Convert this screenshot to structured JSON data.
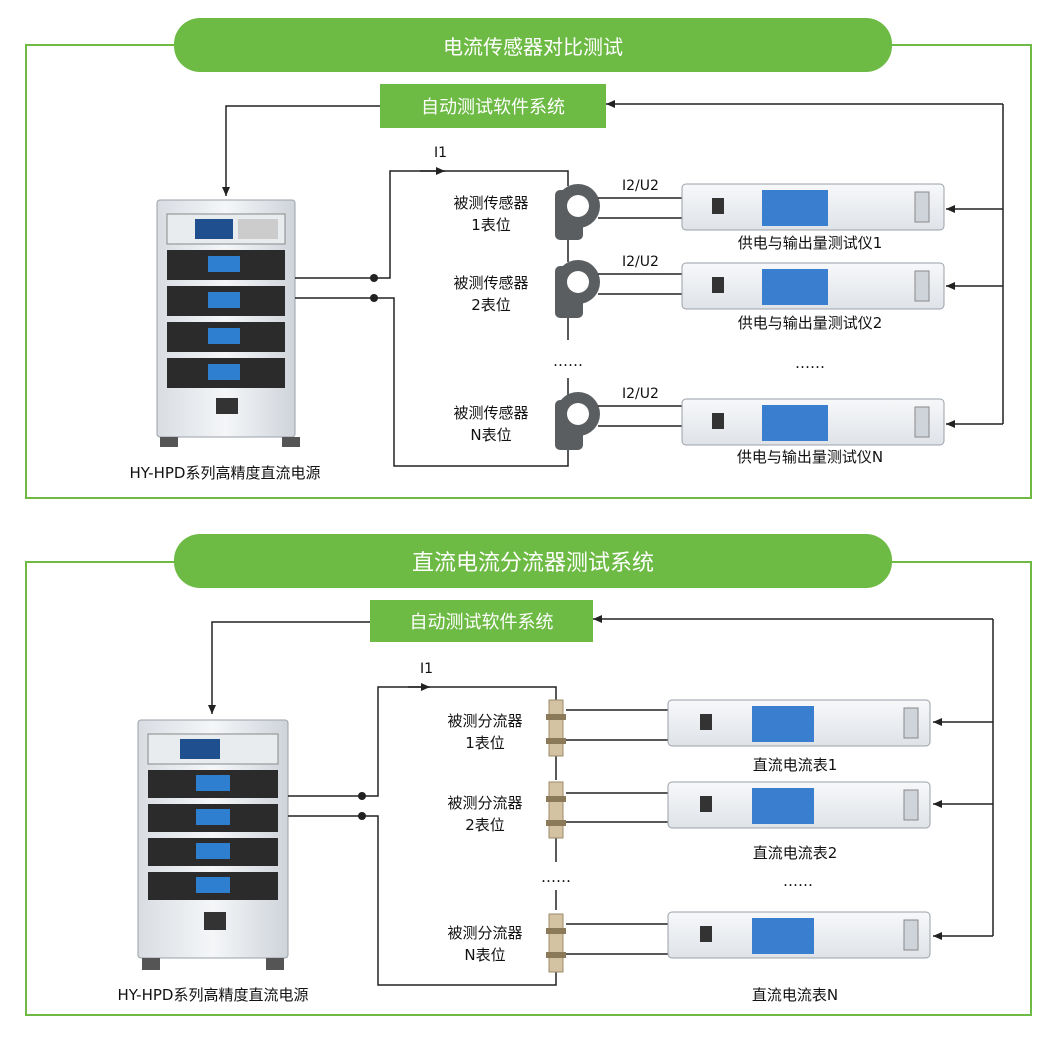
{
  "colors": {
    "accent": "#6dbb45",
    "line": "#222222"
  },
  "section1": {
    "title": "电流传感器对比测试",
    "software": "自动测试软件系统",
    "current_label": "I1",
    "power_source_label": "HY-HPD系列高精度直流电源",
    "signal_label": "I2/U2",
    "dut_labels": [
      {
        "line1": "被测传感器",
        "line2": "1表位"
      },
      {
        "line1": "被测传感器",
        "line2": "2表位"
      },
      {
        "line1": "被测传感器",
        "line2": "N表位"
      }
    ],
    "meter_labels": [
      "供电与输出量测试仪1",
      "供电与输出量测试仪2",
      "供电与输出量测试仪N"
    ],
    "ellipsis_dut": "……",
    "ellipsis_meter": "……"
  },
  "section2": {
    "title": "直流电流分流器测试系统",
    "software": "自动测试软件系统",
    "current_label": "I1",
    "power_source_label": "HY-HPD系列高精度直流电源",
    "dut_labels": [
      {
        "line1": "被测分流器",
        "line2": "1表位"
      },
      {
        "line1": "被测分流器",
        "line2": "2表位"
      },
      {
        "line1": "被测分流器",
        "line2": "N表位"
      }
    ],
    "meter_labels": [
      "直流电流表1",
      "直流电流表2",
      "直流电流表N"
    ],
    "ellipsis_dut": "……",
    "ellipsis_meter": "……"
  }
}
